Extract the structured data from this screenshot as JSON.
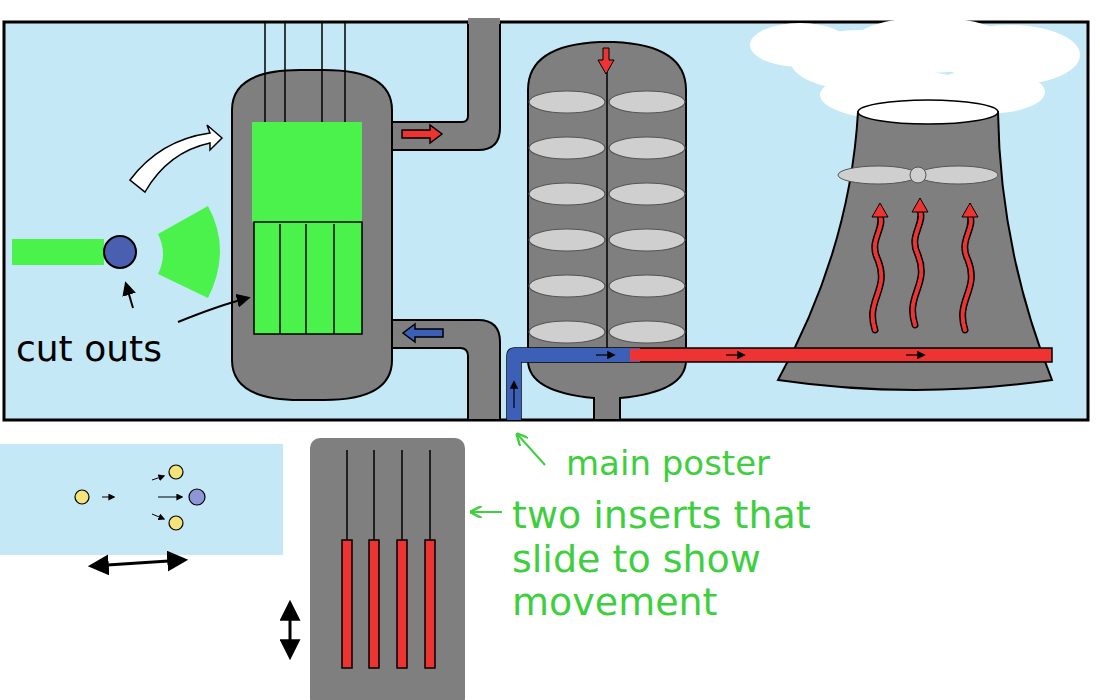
{
  "diagram": {
    "labels": [
      "cut outs",
      "main poster",
      "two inserts that slide to show movement"
    ]
  }
}
